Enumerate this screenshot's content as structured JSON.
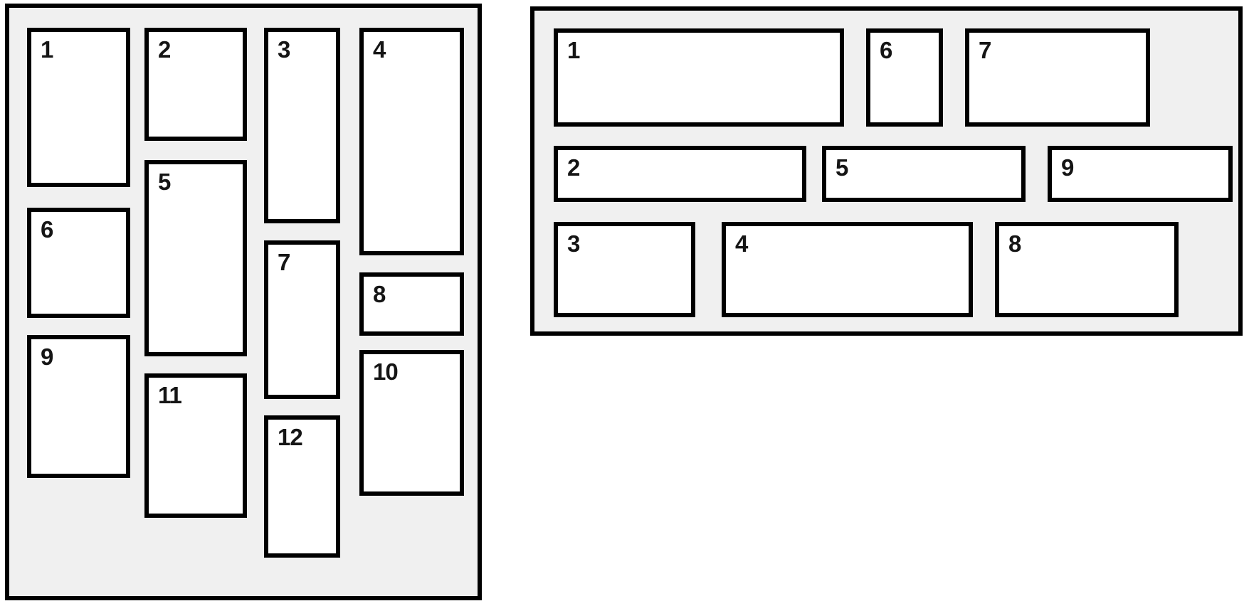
{
  "colors": {
    "page_bg": "#ffffff",
    "panel_bg": "#f0f0f0",
    "box_bg": "#ffffff",
    "border": "#000000",
    "label_text": "#151515"
  },
  "left_panel": {
    "items": [
      "1",
      "2",
      "3",
      "4",
      "5",
      "6",
      "7",
      "8",
      "9",
      "10",
      "11",
      "12"
    ]
  },
  "right_panel": {
    "items": [
      "1",
      "2",
      "3",
      "4",
      "5",
      "6",
      "7",
      "8",
      "9"
    ]
  }
}
